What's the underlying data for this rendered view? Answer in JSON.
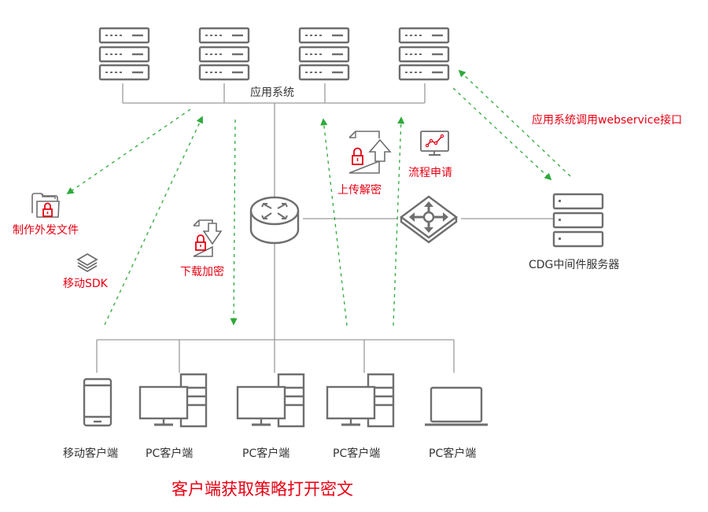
{
  "colors": {
    "accent_red": "#e60012",
    "flow_green": "#2eaa3a",
    "device_gray": "#6e6e6e",
    "line_gray": "#9a9a9a",
    "text_dark": "#333333"
  },
  "app_system": {
    "label": "应用系统",
    "servers": [
      {
        "name": "app-server-1",
        "icon": "rack-server-icon"
      },
      {
        "name": "app-server-2",
        "icon": "rack-server-icon"
      },
      {
        "name": "app-server-3",
        "icon": "rack-server-icon"
      },
      {
        "name": "app-server-4",
        "icon": "rack-server-icon"
      }
    ]
  },
  "network": {
    "router_icon": "router-icon",
    "switch_icon": "switch-icon"
  },
  "middleware": {
    "label": "CDG中间件服务器",
    "icon": "server-icon"
  },
  "actions": {
    "make_outgoing_file": {
      "label": "制作外发文件",
      "icon": "locked-folder-icon"
    },
    "mobile_sdk": {
      "label": "移动SDK",
      "icon": "layers-icon"
    },
    "download_encrypt": {
      "label": "下载加密",
      "icon": "file-download-lock-icon"
    },
    "upload_decrypt": {
      "label": "上传解密",
      "icon": "file-upload-lock-icon"
    },
    "process_request": {
      "label": "流程申请",
      "icon": "monitor-chart-icon"
    },
    "webservice_call": {
      "label": "应用系统调用webservice接口"
    }
  },
  "clients": [
    {
      "label": "移动客户端",
      "icon": "mobile-phone-icon"
    },
    {
      "label": "PC客户端",
      "icon": "desktop-pc-icon"
    },
    {
      "label": "PC客户端",
      "icon": "desktop-pc-icon"
    },
    {
      "label": "PC客户端",
      "icon": "desktop-pc-icon"
    },
    {
      "label": "PC客户端",
      "icon": "laptop-icon"
    }
  ],
  "footer": {
    "caption": "客户端获取策略打开密文"
  }
}
